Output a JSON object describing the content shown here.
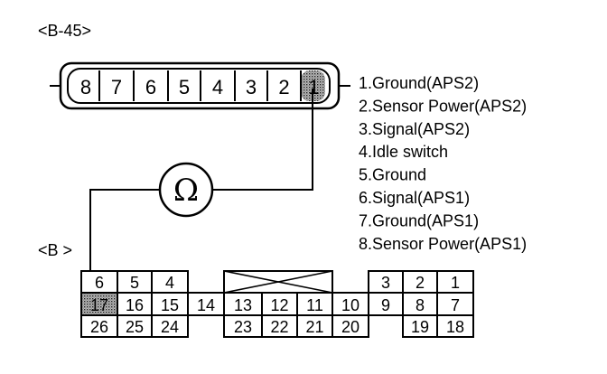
{
  "connector_b45": {
    "label": "<B-45>",
    "pins": [
      "8",
      "7",
      "6",
      "5",
      "4",
      "3",
      "2",
      "1"
    ],
    "highlighted_pin": "1"
  },
  "legend": [
    "1.Ground(APS2)",
    "2.Sensor Power(APS2)",
    "3.Signal(APS2)",
    "4.Idle switch",
    "5.Ground",
    "6.Signal(APS1)",
    "7.Ground(APS1)",
    "8.Sensor Power(APS1)"
  ],
  "meter": {
    "symbol": "Ω",
    "icon": "ohmmeter-icon"
  },
  "connector_b": {
    "label": "<B >",
    "rows": [
      [
        "6",
        "5",
        "4",
        "",
        "",
        "",
        "3",
        "2",
        "1"
      ],
      [
        "17",
        "16",
        "15",
        "14",
        "13",
        "12",
        "11",
        "10",
        "9",
        "8",
        "7"
      ],
      [
        "26",
        "25",
        "24",
        "23",
        "22",
        "21",
        "20",
        "19",
        "18"
      ]
    ],
    "highlighted_pin": "17"
  }
}
